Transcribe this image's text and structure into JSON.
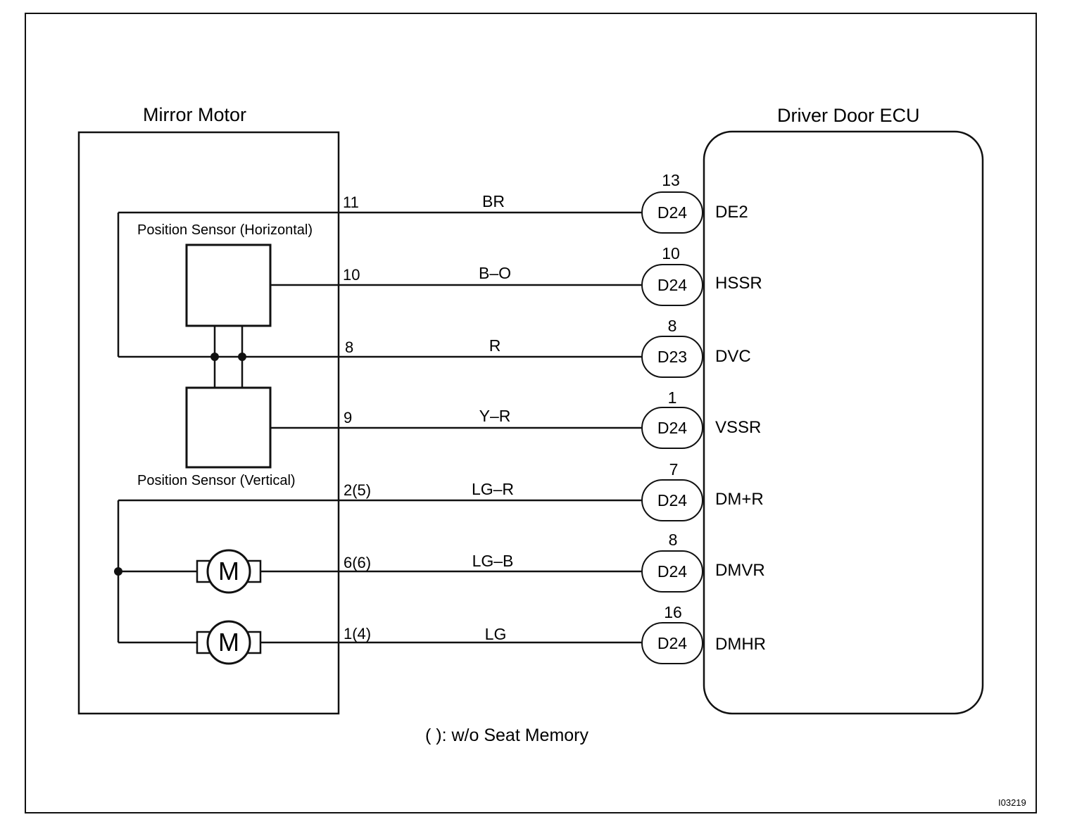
{
  "mirror_motor": {
    "title": "Mirror Motor",
    "sensor_horizontal": "Position Sensor (Horizontal)",
    "sensor_vertical": "Position Sensor (Vertical)",
    "motor_symbol": "M"
  },
  "ecu": {
    "title": "Driver Door ECU"
  },
  "wires": [
    {
      "pin": "11",
      "color": "BR",
      "connector": "D24",
      "connector_pin": "13",
      "signal": "DE2"
    },
    {
      "pin": "10",
      "color": "B–O",
      "connector": "D24",
      "connector_pin": "10",
      "signal": "HSSR"
    },
    {
      "pin": "8",
      "color": "R",
      "connector": "D23",
      "connector_pin": "8",
      "signal": "DVC"
    },
    {
      "pin": "9",
      "color": "Y–R",
      "connector": "D24",
      "connector_pin": "1",
      "signal": "VSSR"
    },
    {
      "pin": "2(5)",
      "color": "LG–R",
      "connector": "D24",
      "connector_pin": "7",
      "signal": "DM+R"
    },
    {
      "pin": "6(6)",
      "color": "LG–B",
      "connector": "D24",
      "connector_pin": "8",
      "signal": "DMVR"
    },
    {
      "pin": "1(4)",
      "color": "LG",
      "connector": "D24",
      "connector_pin": "16",
      "signal": "DMHR"
    }
  ],
  "note": "( ): w/o Seat Memory",
  "figure_code": "I03219"
}
